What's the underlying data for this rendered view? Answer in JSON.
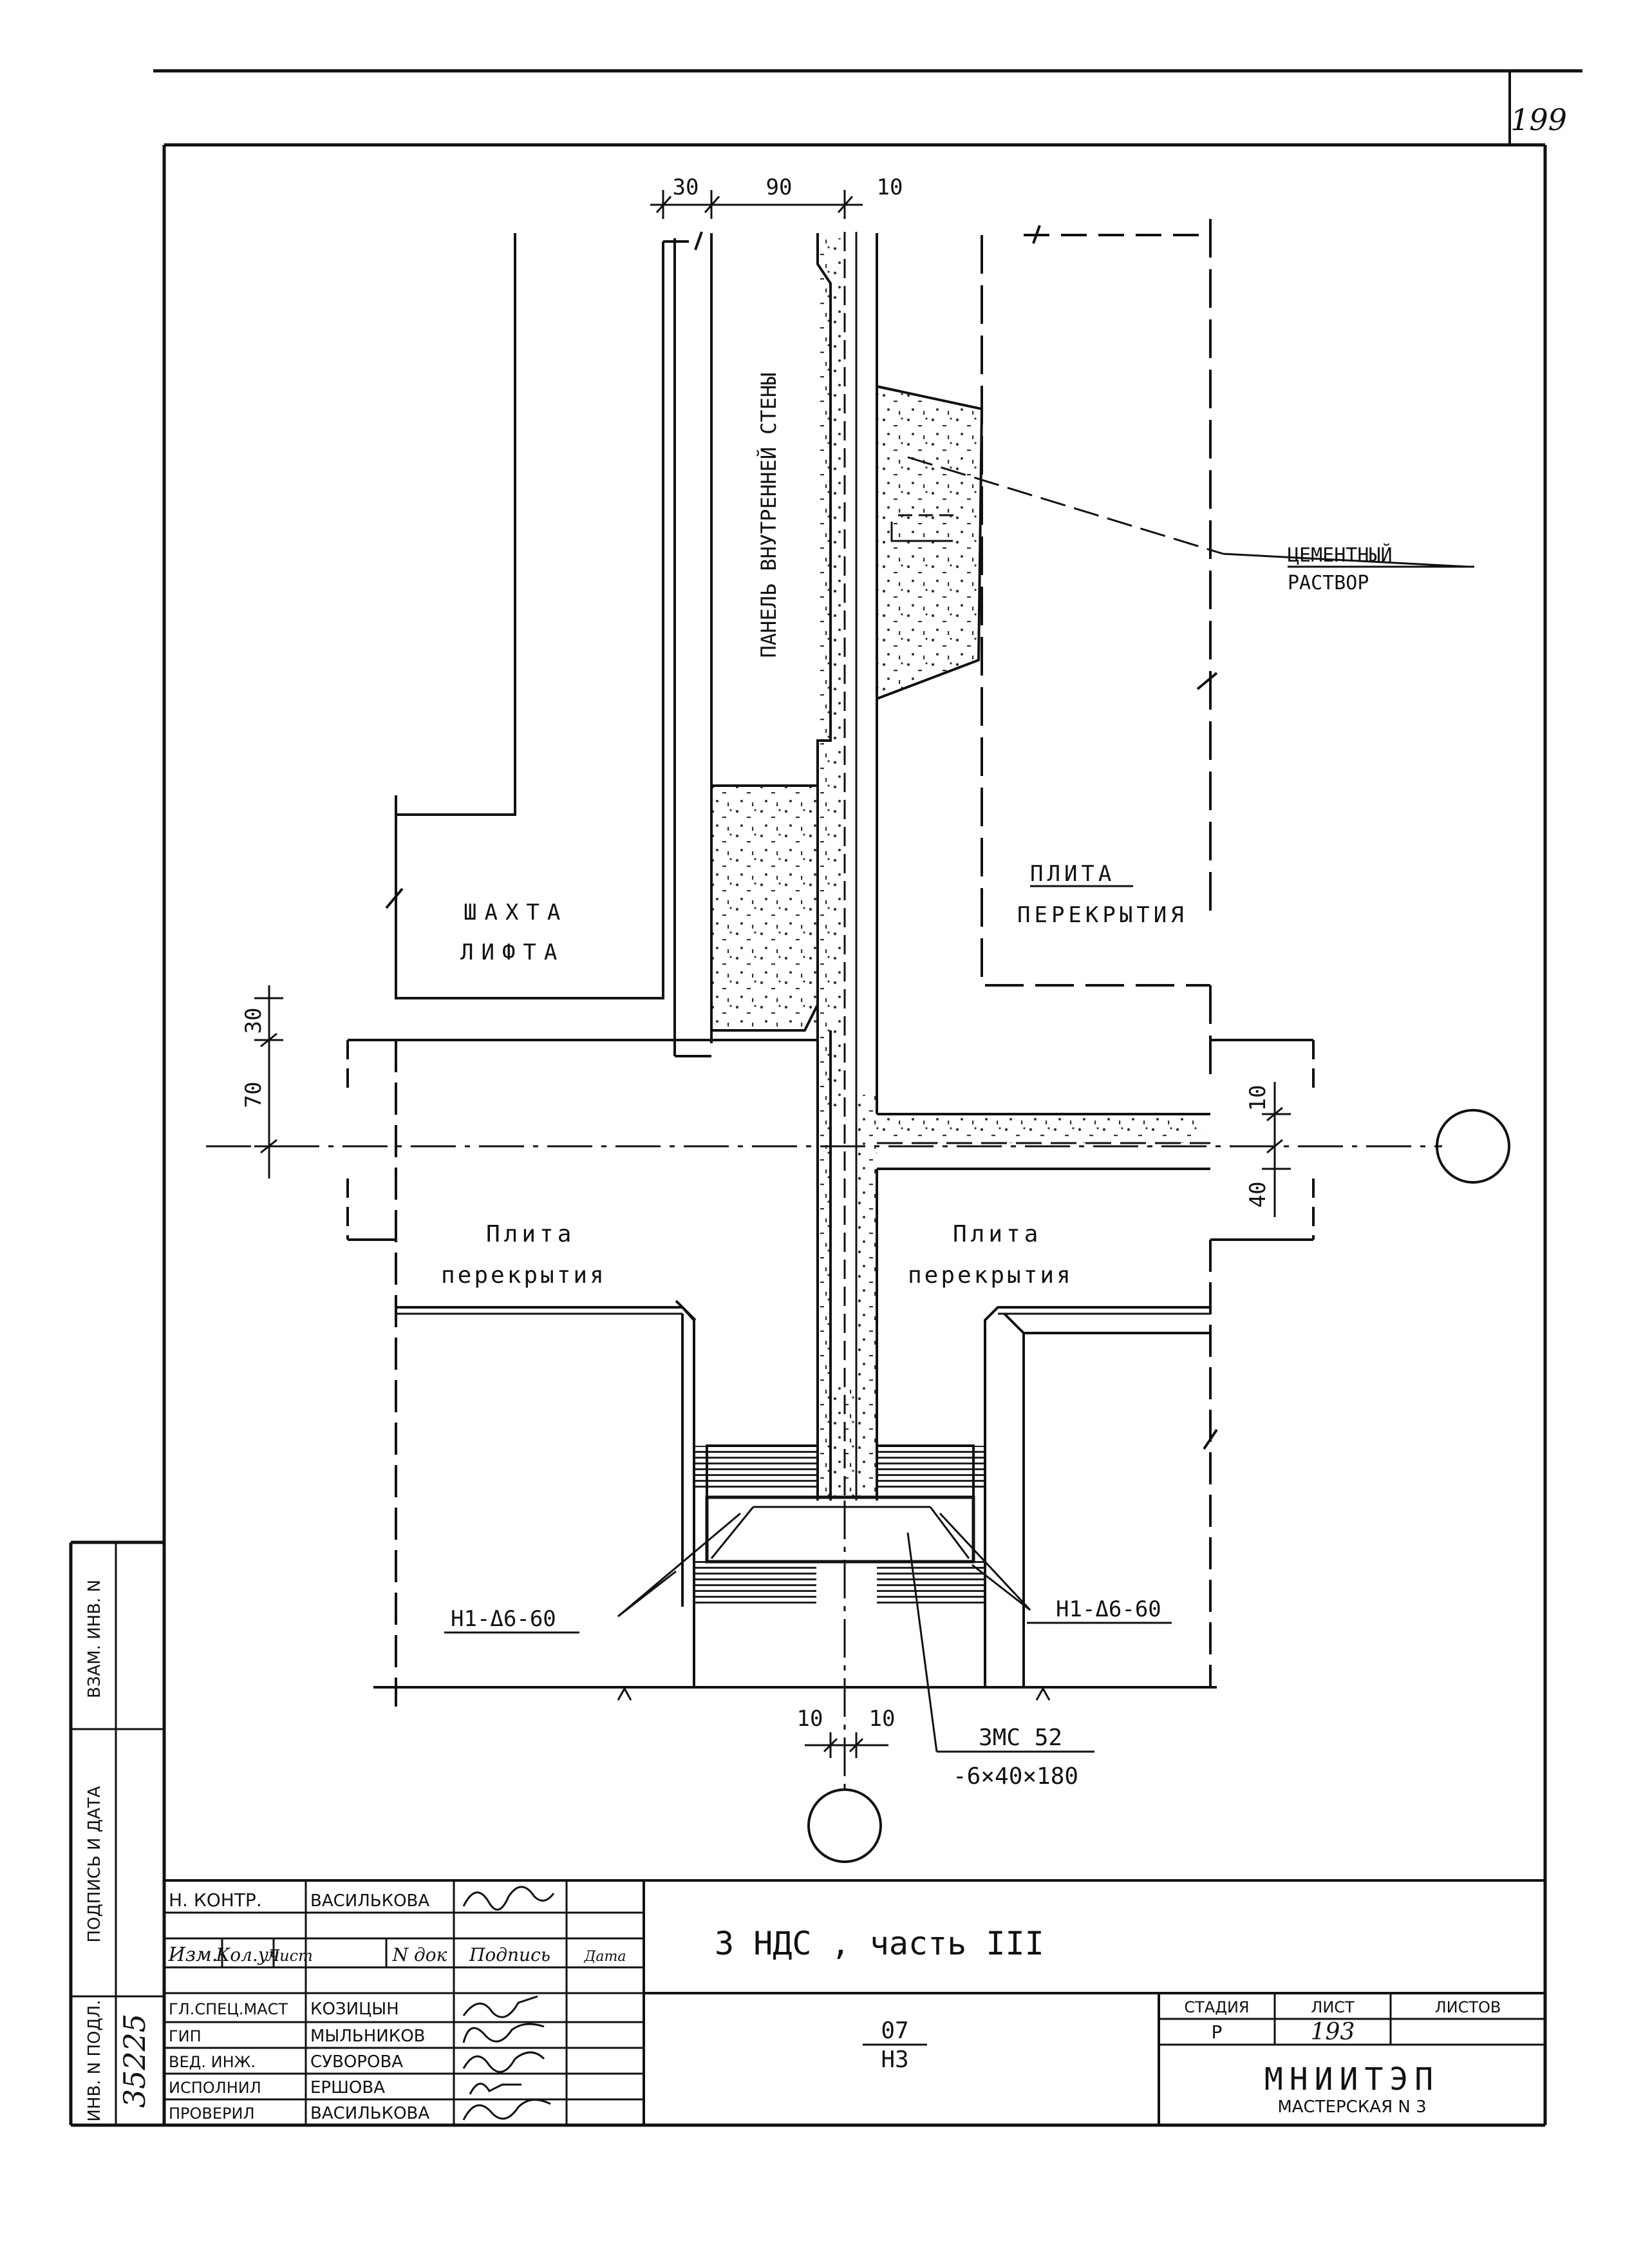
{
  "sheet_number": "199",
  "dimensions": {
    "top_30": "30",
    "top_90": "90",
    "top_10": "10",
    "left_30": "30",
    "left_70": "70",
    "right_10": "10",
    "right_40": "40",
    "bottom_10a": "10",
    "bottom_10b": "10"
  },
  "labels": {
    "panel_wall": "ПАНЕЛЬ ВНУТРЕННЕЙ СТЕНЫ",
    "cement_1": "ЦЕМЕНТНЫЙ",
    "cement_2": "РАСТВОР",
    "shaft_1": "ШАХТА",
    "shaft_2": "ЛИФТА",
    "slab_top_1": "ПЛИТА",
    "slab_top_2": "ПЕРЕКРЫТИЯ",
    "slab_left_1": "Плита",
    "slab_left_2": "перекрытия",
    "slab_right_1": "Плита",
    "slab_right_2": "перекрытия",
    "weld_left": "Н1-Δ6-60",
    "weld_right": "Н1-Δ6-60",
    "part_1": "ЗМС 52",
    "part_2": "-6×40×180"
  },
  "title_block": {
    "project_title": "3 НДС , часть III",
    "sheet_code_top": "07",
    "sheet_code_bottom": "Н3",
    "stage_hdr": "СТАДИЯ",
    "sheet_hdr": "ЛИСТ",
    "sheets_hdr": "ЛИСТОВ",
    "stage_val": "Р",
    "sheet_val": "193",
    "org_name": "МНИИТЭП",
    "org_sub": "МАСТЕРСКАЯ N 3",
    "col_headers": [
      "Изм.",
      "Кол.уч",
      "Лист",
      "N док",
      "Подпись",
      "Дата"
    ],
    "norm_control_role": "Н. КОНТР.",
    "norm_control_name": "ВАСИЛЬКОВА",
    "staff": [
      {
        "role": "ГЛ.СПЕЦ.МАСТ",
        "name": "КОЗИЦЫН"
      },
      {
        "role": "ГИП",
        "name": "МЫЛЬНИКОВ"
      },
      {
        "role": "ВЕД. ИНЖ.",
        "name": "СУВОРОВА"
      },
      {
        "role": "ИСПОЛНИЛ",
        "name": "ЕРШОВА"
      },
      {
        "role": "ПРОВЕРИЛ",
        "name": "ВАСИЛЬКОВА"
      }
    ]
  },
  "margin": {
    "vzam": "ВЗАМ. ИНВ. N",
    "podpis": "ПОДПИСЬ И ДАТА",
    "inv": "ИНВ. N ПОДЛ.",
    "inv_num": "35225"
  },
  "colors": {
    "ink": "#111111",
    "paper": "#ffffff"
  }
}
